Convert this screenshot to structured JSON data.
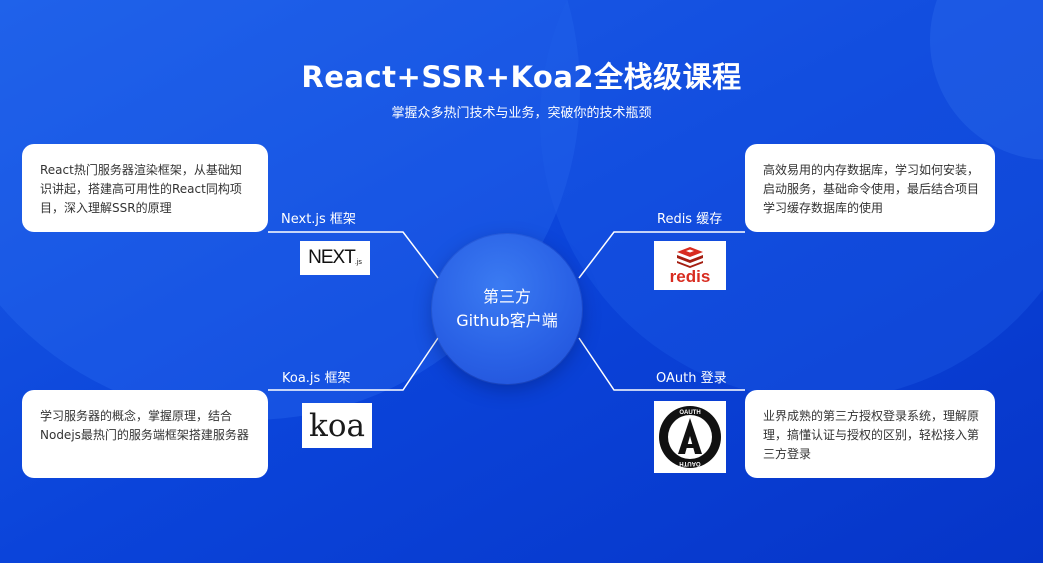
{
  "header": {
    "title": "React+SSR+Koa2全栈级课程",
    "subtitle": "掌握众多热门技术与业务，突破你的技术瓶颈"
  },
  "center": {
    "line1": "第三方",
    "line2": "Github客户端"
  },
  "nodes": {
    "next": {
      "label": "Next.js 框架",
      "description": "React热门服务器渲染框架，从基础知识讲起，搭建高可用性的React同构项目，深入理解SSR的原理",
      "logo_text": "NEXT",
      "logo_suffix": ".js"
    },
    "redis": {
      "label": "Redis 缓存",
      "description": "高效易用的内存数据库，学习如何安装，启动服务，基础命令使用，最后结合项目学习缓存数据库的使用",
      "logo_text": "redis"
    },
    "koa": {
      "label": "Koa.js 框架",
      "description": "学习服务器的概念，掌握原理，结合Nodejs最热门的服务端框架搭建服务器",
      "logo_text": "koa"
    },
    "oauth": {
      "label": "OAuth 登录",
      "description": "业界成熟的第三方授权登录系统，理解原理，搞懂认证与授权的区别，轻松接入第三方登录",
      "logo_text_top": "OAUTH",
      "logo_text_bottom": "OAUTH"
    }
  },
  "colors": {
    "background": "#0a3fd6",
    "card": "#ffffff",
    "text": "#333333",
    "redis_red": "#d82c20"
  }
}
